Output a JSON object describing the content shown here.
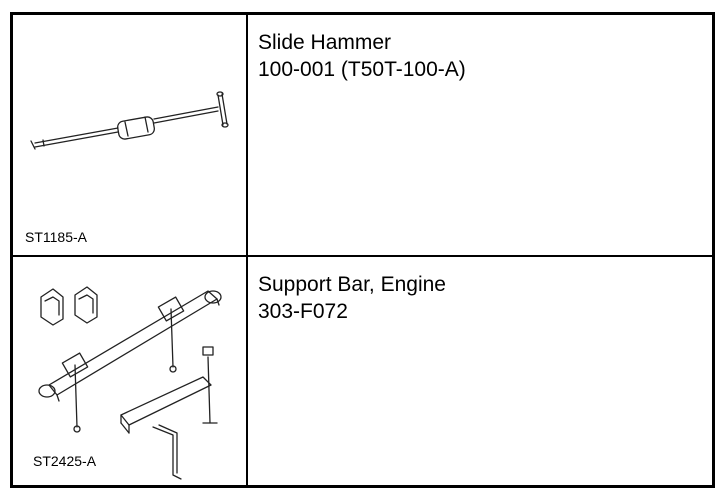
{
  "rows": [
    {
      "image_code": "ST1185-A",
      "name": "Slide Hammer",
      "part_number": "100-001 (T50T-100-A)",
      "illustration": "slide-hammer-icon"
    },
    {
      "image_code": "ST2425-A",
      "name": "Support Bar, Engine",
      "part_number": "303-F072",
      "illustration": "engine-support-bar-icon"
    }
  ]
}
